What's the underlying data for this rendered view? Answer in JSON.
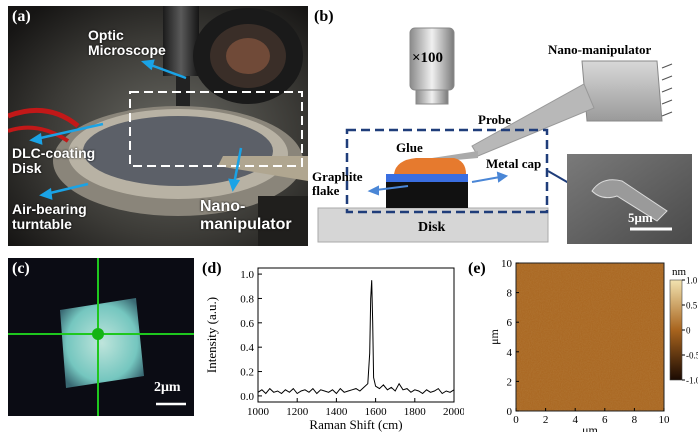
{
  "panel_a": {
    "label": "(a)",
    "optic_microscope": "Optic\nMicroscope",
    "dlc_disk": "DLC-coating\nDisk",
    "air_bearing": "Air-bearing\nturntable",
    "nano_manipulator": "Nano-\nmanipulator"
  },
  "panel_b": {
    "label": "(b)",
    "objective": "×100",
    "nano_manipulator": "Nano-manipulator",
    "probe": "Probe",
    "glue": "Glue",
    "metal_cap": "Metal cap",
    "graphite_flake": "Graphite\nflake",
    "disk": "Disk",
    "sem_scale": "5μm"
  },
  "panel_c": {
    "label": "(c)",
    "scale": "2μm"
  },
  "panel_e": {
    "label": "(e)",
    "xlabel": "μm",
    "ylabel": "μm",
    "colorbar_unit": "nm",
    "x_ticks": [
      "0",
      "2",
      "4",
      "6",
      "8",
      "10"
    ],
    "y_ticks": [
      "0",
      "2",
      "4",
      "6",
      "8",
      "10"
    ],
    "colorbar_ticks": [
      "1.0",
      "0.5",
      "0",
      "-0.5",
      "-1.0"
    ],
    "colors": {
      "high": "#f2e3b0",
      "mid": "#a8641e",
      "low": "#1a0a02"
    }
  },
  "chart_data": {
    "type": "line",
    "label": "(d)",
    "title": "",
    "xlabel": "Raman Shift (cm)",
    "ylabel": "Intensity (a.u.)",
    "xlim": [
      1000,
      2000
    ],
    "ylim": [
      -0.05,
      1.05
    ],
    "x_ticks": [
      "1000",
      "1200",
      "1400",
      "1600",
      "1800",
      "2000"
    ],
    "y_ticks": [
      "0.0",
      "0.2",
      "0.4",
      "0.6",
      "0.8",
      "1.0"
    ],
    "series": [
      {
        "x": [
          1000,
          1020,
          1040,
          1060,
          1080,
          1100,
          1120,
          1140,
          1160,
          1180,
          1200,
          1220,
          1240,
          1260,
          1280,
          1300,
          1320,
          1340,
          1360,
          1380,
          1400,
          1420,
          1440,
          1460,
          1480,
          1500,
          1520,
          1540,
          1560,
          1570,
          1575,
          1580,
          1585,
          1590,
          1600,
          1620,
          1640,
          1660,
          1680,
          1700,
          1720,
          1740,
          1760,
          1780,
          1800,
          1820,
          1840,
          1860,
          1880,
          1900,
          1920,
          1940,
          1960,
          1980,
          2000
        ],
        "y": [
          0.03,
          0.05,
          0.02,
          0.06,
          0.03,
          0.04,
          0.02,
          0.05,
          0.03,
          0.06,
          0.02,
          0.04,
          0.05,
          0.03,
          0.06,
          0.02,
          0.05,
          0.04,
          0.03,
          0.05,
          0.02,
          0.06,
          0.03,
          0.04,
          0.05,
          0.06,
          0.04,
          0.07,
          0.1,
          0.35,
          0.8,
          0.95,
          0.6,
          0.15,
          0.08,
          0.06,
          0.09,
          0.05,
          0.07,
          0.04,
          0.1,
          0.05,
          0.06,
          0.03,
          0.05,
          0.04,
          0.02,
          0.05,
          0.03,
          0.04,
          0.06,
          0.02,
          0.04,
          0.03,
          0.05
        ]
      }
    ]
  }
}
